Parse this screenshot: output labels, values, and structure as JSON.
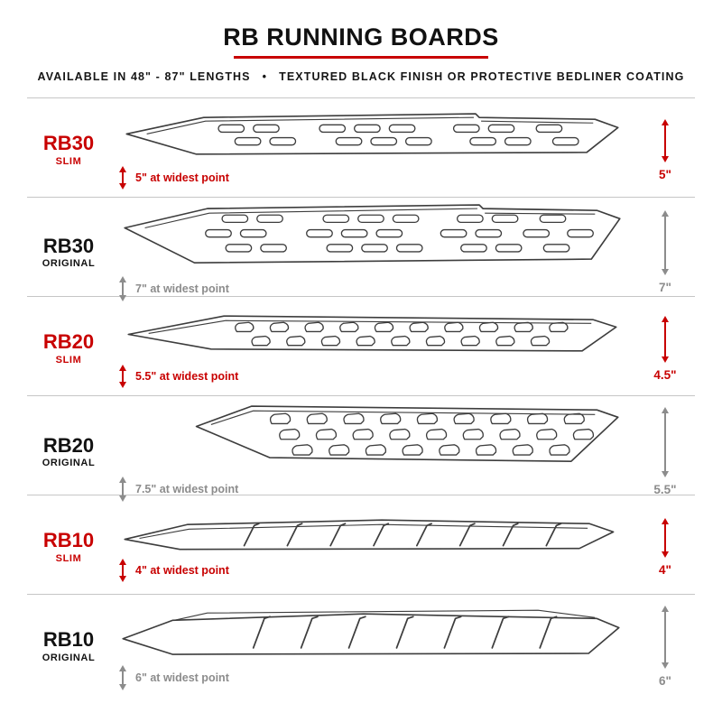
{
  "colors": {
    "accent": "#c80000",
    "muted": "#8c8c8c"
  },
  "header": {
    "title": "RB RUNNING BOARDS",
    "subtitle_left": "AVAILABLE IN 48\" - 87\" LENGTHS",
    "subtitle_bullet": "•",
    "subtitle_right": "TEXTURED BLACK FINISH OR PROTECTIVE BEDLINER COATING"
  },
  "rows": [
    {
      "model": "RB30",
      "variant": "SLIM",
      "width_label": "5\" at widest point",
      "height_label": "5\""
    },
    {
      "model": "RB30",
      "variant": "ORIGINAL",
      "width_label": "7\" at widest point",
      "height_label": "7\""
    },
    {
      "model": "RB20",
      "variant": "SLIM",
      "width_label": "5.5\" at widest point",
      "height_label": "4.5\""
    },
    {
      "model": "RB20",
      "variant": "ORIGINAL",
      "width_label": "7.5\" at widest point",
      "height_label": "5.5\""
    },
    {
      "model": "RB10",
      "variant": "SLIM",
      "width_label": "4\" at widest point",
      "height_label": "4\""
    },
    {
      "model": "RB10",
      "variant": "ORIGINAL",
      "width_label": "6\" at widest point",
      "height_label": "6\""
    }
  ]
}
